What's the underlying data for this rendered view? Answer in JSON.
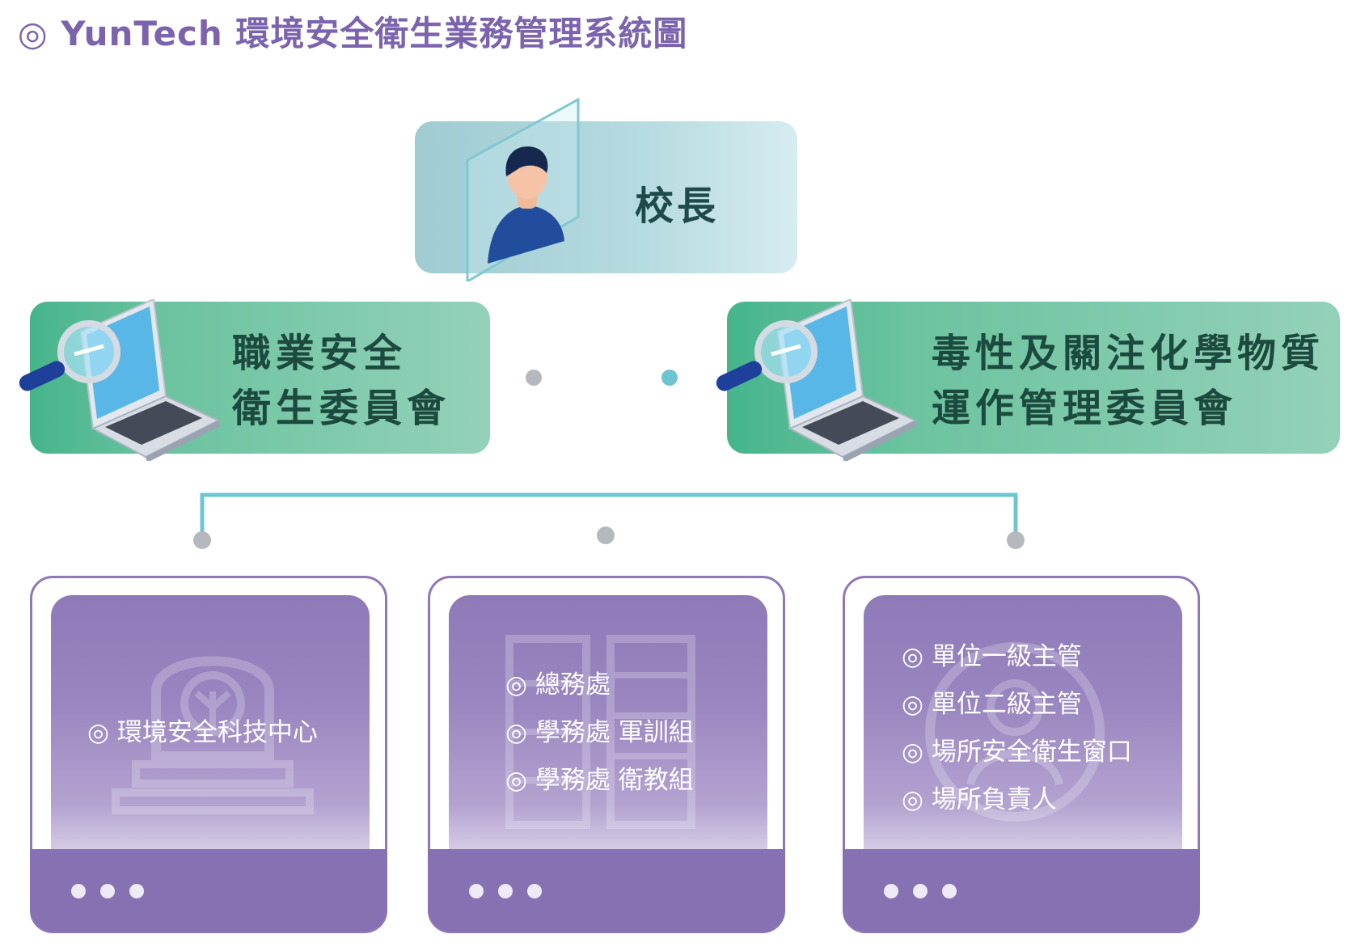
{
  "title": "◎ YunTech 環境安全衛生業務管理系統圖",
  "president": {
    "label": "校長",
    "icon": "person-avatar-icon"
  },
  "committees": [
    {
      "lines": [
        "職業安全",
        "衛生委員會"
      ],
      "icon": "laptop-magnifier-icon"
    },
    {
      "lines": [
        "毒性及關注化學物質",
        "運作管理委員會"
      ],
      "icon": "laptop-magnifier-icon"
    }
  ],
  "units": [
    {
      "items": [
        "◎ 環境安全科技中心"
      ],
      "icon": "lightbulb-tree-icon"
    },
    {
      "items": [
        "◎ 總務處",
        "◎ 學務處 軍訓組",
        "◎ 學務處 衛教組"
      ],
      "icon": "buildings-icon"
    },
    {
      "items": [
        "◎ 單位一級主管",
        "◎ 單位二級主管",
        "◎ 場所安全衛生窗口",
        "◎ 場所負責人"
      ],
      "icon": "people-circle-icon"
    }
  ],
  "colors": {
    "title": "#7b64ad",
    "president_box": "#a9d3d9",
    "committee_box": "#5fbd97",
    "unit_card": "#8b76b4",
    "connector_teal": "#6cc5d0",
    "connector_gray": "#b5b8bc"
  }
}
